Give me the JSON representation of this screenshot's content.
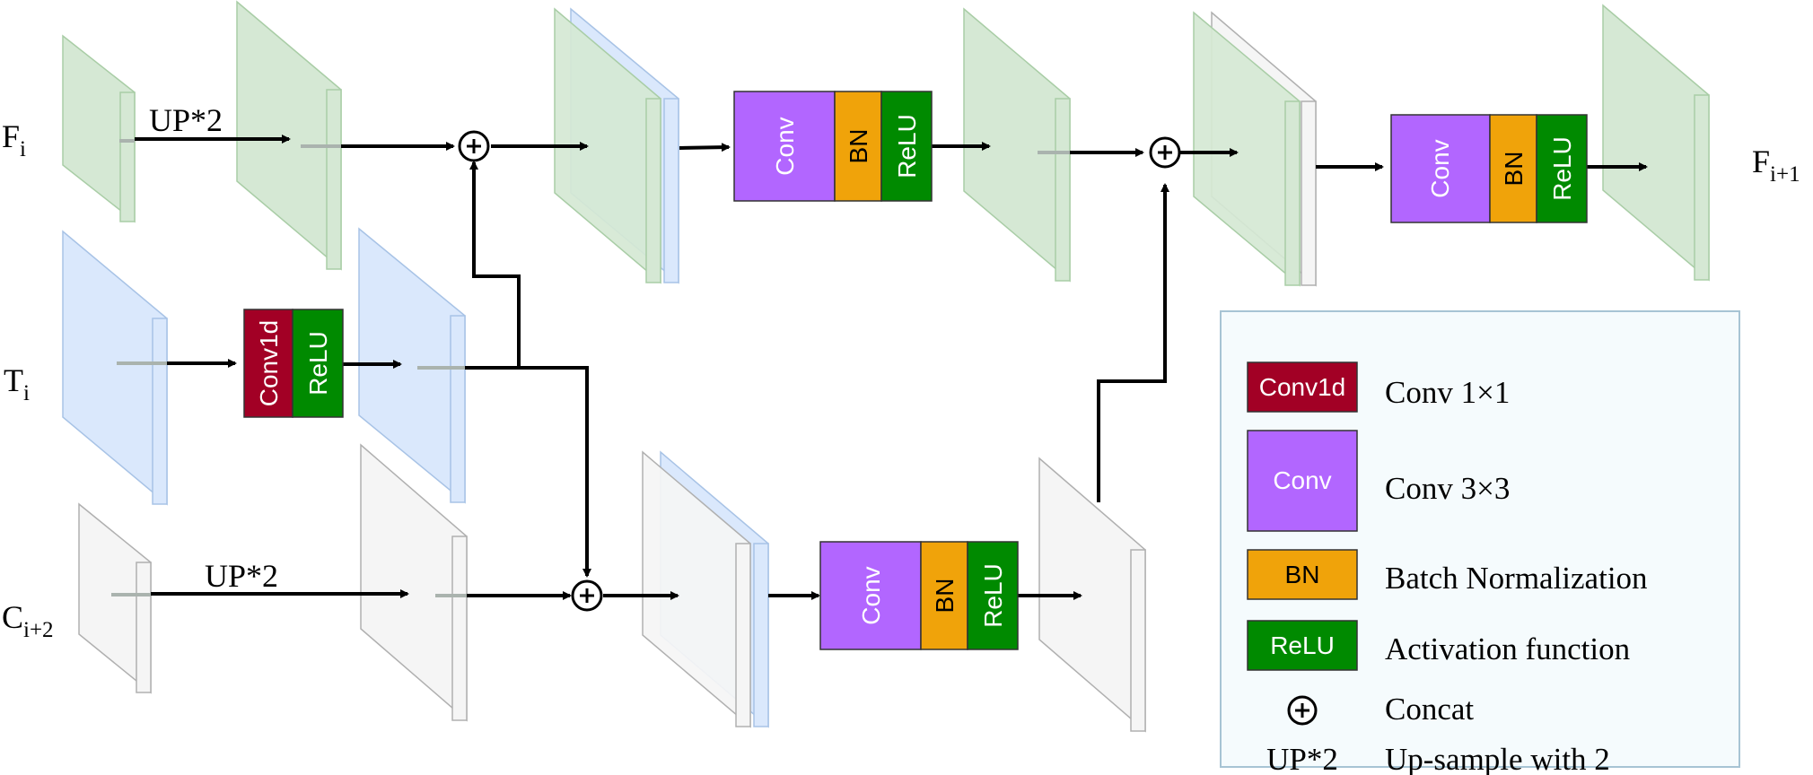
{
  "labels": {
    "fi": {
      "main": "F",
      "sub": "i"
    },
    "ti": {
      "main": "T",
      "sub": "i"
    },
    "ci2": {
      "main": "C",
      "sub": "i+2"
    },
    "fi1": {
      "main": "F",
      "sub": "i+1"
    },
    "up_top": "UP*2",
    "up_bottom": "UP*2"
  },
  "blocks": {
    "conv": "Conv",
    "bn": "BN",
    "relu": "ReLU",
    "conv1d": "Conv1d"
  },
  "legend": {
    "items": [
      {
        "key": "Conv1d",
        "text": "Conv 1×1"
      },
      {
        "key": "Conv",
        "text": "Conv 3×3"
      },
      {
        "key": "BN",
        "text": "Batch Normalization"
      },
      {
        "key": "ReLU",
        "text": "Activation function"
      },
      {
        "key": "⊕",
        "text": "Concat"
      },
      {
        "key": "UP*2",
        "text": "Up-sample with 2"
      }
    ]
  },
  "colors": {
    "green_fill": "#d5e8d4",
    "green_stroke": "#82b366",
    "blue_fill": "#dae8fc",
    "blue_stroke": "#6c8ebf",
    "white_fill": "#f5f5f5",
    "white_stroke": "#999999",
    "conv": "#b266ff",
    "bn": "#f0a30a",
    "relu": "#008a00",
    "conv1d": "#a20025",
    "legend_bg": "#f5fbfd",
    "legend_border": "#a7c4d4"
  }
}
